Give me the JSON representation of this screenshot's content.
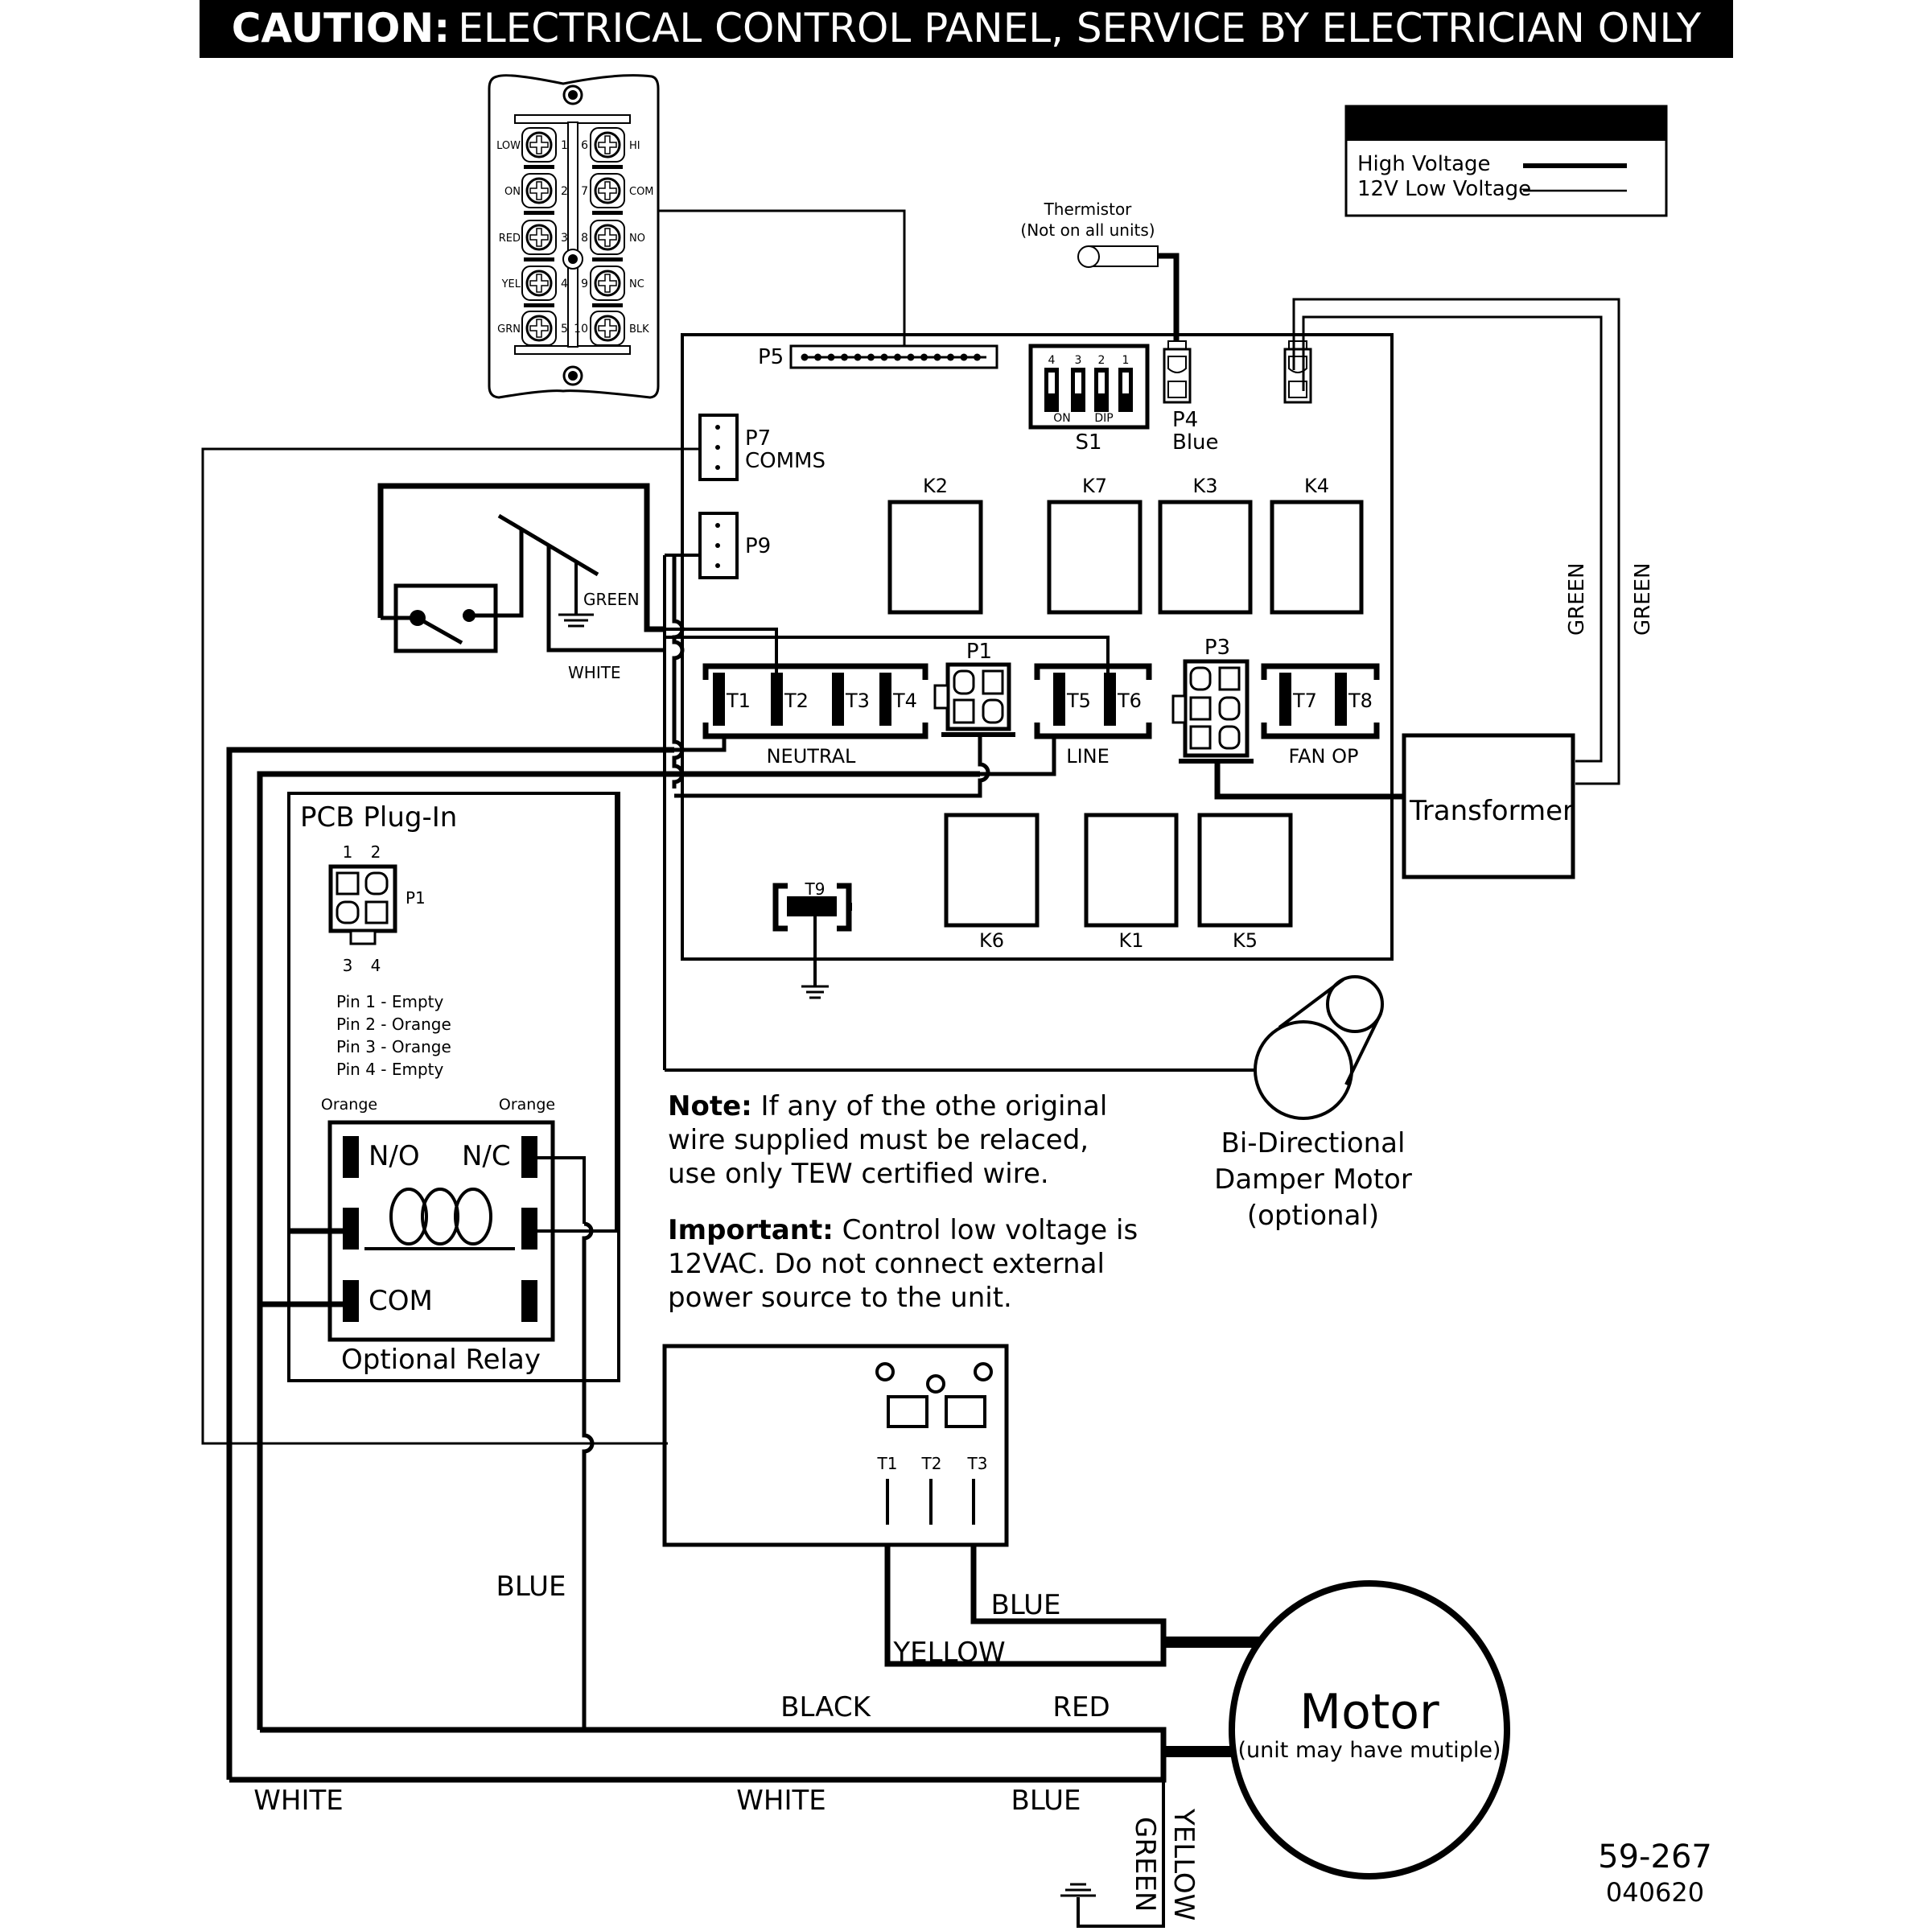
{
  "banner": {
    "prefix": "CAUTION:",
    "text": "ELECTRICAL CONTROL PANEL, SERVICE  BY ELECTRICIAN ONLY",
    "bg_color": "#000000",
    "text_color": "#ffffff"
  },
  "legend": {
    "title": "Legend",
    "items": [
      {
        "label": "High Voltage",
        "line": "thick"
      },
      {
        "label": "12V Low Voltage",
        "line": "thin"
      }
    ]
  },
  "terminal_block": {
    "left": [
      {
        "name": "LOW",
        "num": "1"
      },
      {
        "name": "ON",
        "num": "2"
      },
      {
        "name": "RED",
        "num": "3"
      },
      {
        "name": "YEL",
        "num": "4"
      },
      {
        "name": "GRN",
        "num": "5"
      }
    ],
    "right": [
      {
        "name": "HI",
        "num": "6"
      },
      {
        "name": "COM",
        "num": "7"
      },
      {
        "name": "NO",
        "num": "8"
      },
      {
        "name": "NC",
        "num": "9"
      },
      {
        "name": "BLK",
        "num": "10"
      }
    ]
  },
  "thermistor": {
    "line1": "Thermistor",
    "line2": "(Not on all units)"
  },
  "board": {
    "p5": "P5",
    "p7": "P7",
    "p7_sub": "COMMS",
    "p9": "P9",
    "s1": "S1",
    "dip_numbers": [
      "4",
      "3",
      "2",
      "1"
    ],
    "dip_on": "ON",
    "dip_dip": "DIP",
    "p4": "P4",
    "p4_sub": "Blue",
    "relays_top": [
      "K2",
      "K7",
      "K3",
      "K4"
    ],
    "relays_bottom": [
      "K6",
      "K1",
      "K5"
    ],
    "terminals_neutral": [
      "T1",
      "T2",
      "T3",
      "T4"
    ],
    "neutral_label": "NEUTRAL",
    "p1": "P1",
    "terminals_line": [
      "T5",
      "T6"
    ],
    "line_label": "LINE",
    "p3": "P3",
    "terminals_fan": [
      "T7",
      "T8"
    ],
    "fan_label": "FAN OP",
    "t9": "T9"
  },
  "switch_labels": {
    "green": "GREEN",
    "white": "WHITE"
  },
  "transformer": {
    "label": "Transformer",
    "wire1": "GREEN",
    "wire2": "GREEN"
  },
  "pcb_plugin": {
    "title": "PCB Plug-In",
    "top_pins": [
      "1",
      "2"
    ],
    "bottom_pins": [
      "3",
      "4"
    ],
    "connector": "P1",
    "pins": [
      "Pin 1 - Empty",
      "Pin 2 - Orange",
      "Pin 3 - Orange",
      "Pin 4 - Empty"
    ],
    "wire_left": "Orange",
    "wire_right": "Orange"
  },
  "relay": {
    "no": "N/O",
    "nc": "N/C",
    "com": "COM",
    "caption": "Optional Relay"
  },
  "damper": {
    "line1": "Bi-Directional",
    "line2": "Damper Motor",
    "line3": "(optional)"
  },
  "notes": {
    "note_label": "Note:",
    "note_line1": " If any of the othe original",
    "note_line2": "wire supplied must be relaced,",
    "note_line3": "use only TEW certified wire.",
    "important_label": "Important:",
    "important_line1": " Control low voltage is",
    "important_line2": "12VAC. Do not connect external",
    "important_line3": "power source to the unit."
  },
  "capacitor_box": {
    "terminals": [
      "T1",
      "T2",
      "T3"
    ]
  },
  "wire_labels": {
    "blue_mid": "BLUE",
    "blue_cap": "BLUE",
    "yellow_cap": "YELLOW",
    "black": "BLACK",
    "red": "RED",
    "white_left": "WHITE",
    "white_mid": "WHITE",
    "blue_bottom": "BLUE",
    "green_vert": "GREEN",
    "yellow_vert": "YELLOW"
  },
  "motor": {
    "title": "Motor",
    "subtitle": "(unit may have mutiple)"
  },
  "footer": {
    "part_number": "59-267",
    "date_code": "040620"
  }
}
